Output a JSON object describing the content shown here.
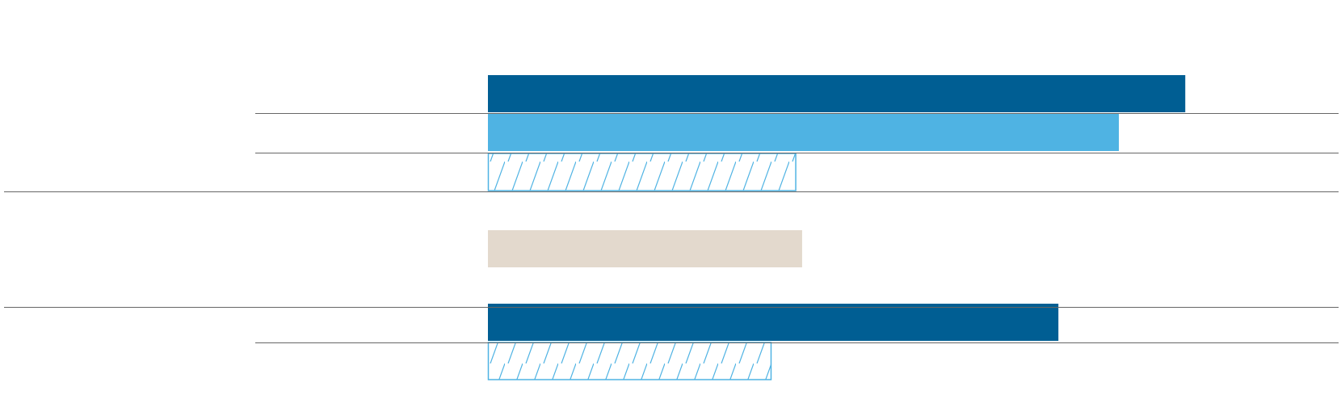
{
  "chart_data": {
    "type": "bar",
    "orientation": "horizontal",
    "title": "",
    "xlabel": "",
    "ylabel": "",
    "xlim": [
      0,
      1000
    ],
    "grid": false,
    "bars": [
      {
        "group": 1,
        "value": 819,
        "style": "solid",
        "color": "#005E93"
      },
      {
        "group": 1,
        "value": 741,
        "style": "solid",
        "color": "#4FB3E3"
      },
      {
        "group": 1,
        "value": 362,
        "style": "hatched",
        "color": "#4FB3E3"
      },
      {
        "group": 2,
        "value": 369,
        "style": "solid",
        "color": "#E3D9CD"
      },
      {
        "group": 3,
        "value": 670,
        "style": "solid",
        "color": "#005E93"
      },
      {
        "group": 3,
        "value": 333,
        "style": "hatched",
        "color": "#4FB3E3"
      }
    ]
  }
}
